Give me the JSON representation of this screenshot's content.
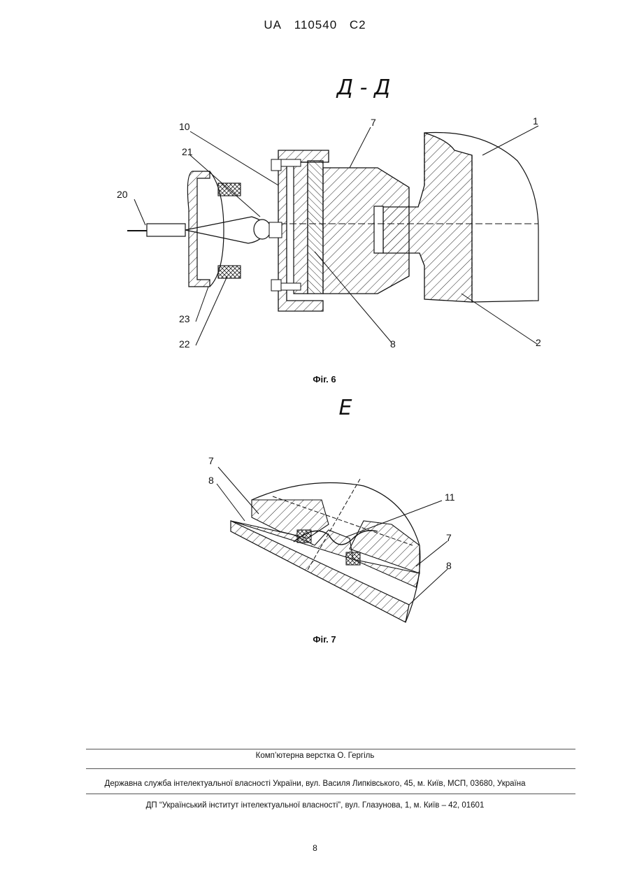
{
  "header": {
    "country": "UA",
    "number": "110540",
    "kind": "C2"
  },
  "figure6": {
    "section_label": "Д - Д",
    "caption": "Фiг. 6",
    "callouts": [
      "1",
      "2",
      "7",
      "8",
      "10",
      "20",
      "21",
      "22",
      "23"
    ]
  },
  "figure7": {
    "section_label": "Е",
    "caption": "Фiг. 7",
    "callouts": [
      "7",
      "8",
      "11",
      "7",
      "8"
    ]
  },
  "footer": {
    "layout": "Комп’ютерна верстка О. Гергіль",
    "office": "Державна служба інтелектуальної власності України, вул. Василя Липківського, 45, м. Київ, МСП, 03680, Україна",
    "institute": "ДП “Український інститут інтелектуальної власності”, вул. Глазунова, 1, м. Київ – 42, 01601"
  },
  "page_number": "8"
}
